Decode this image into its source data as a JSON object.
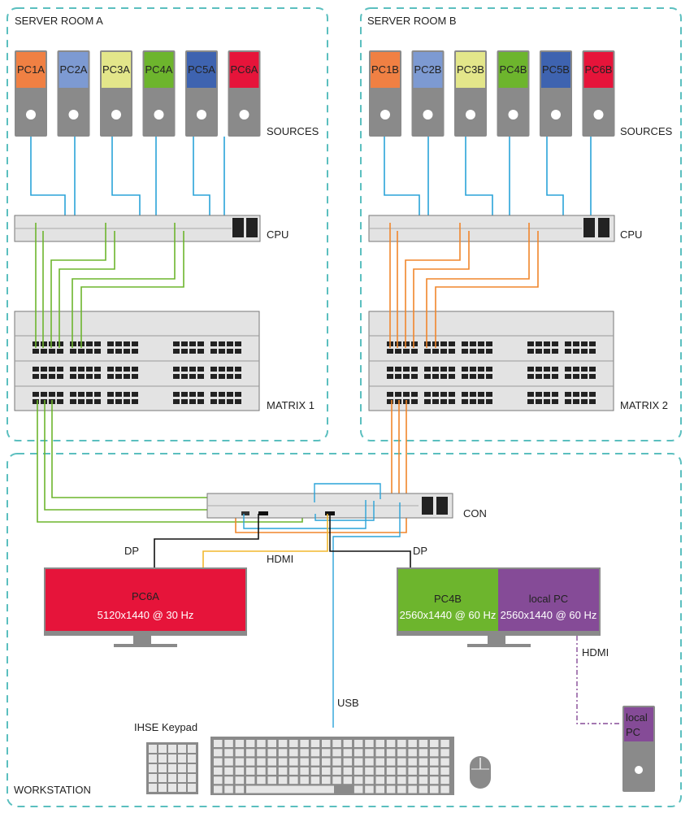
{
  "zones": {
    "room_a": "SERVER ROOM A",
    "room_b": "SERVER ROOM B",
    "workstation": "WORKSTATION"
  },
  "labels": {
    "sources_a": "SOURCES",
    "sources_b": "SOURCES",
    "cpu_a": "CPU",
    "cpu_b": "CPU",
    "matrix_a": "MATRIX 1",
    "matrix_b": "MATRIX 2",
    "con": "CON",
    "dp_left": "DP",
    "hdmi_left": "HDMI",
    "dp_right": "DP",
    "hdmi_right": "HDMI",
    "usb": "USB",
    "keypad": "IHSE Keypad"
  },
  "sources_a": [
    {
      "name": "PC1A",
      "color": "#f08043"
    },
    {
      "name": "PC2A",
      "color": "#7d9ad2"
    },
    {
      "name": "PC3A",
      "color": "#e3e68a"
    },
    {
      "name": "PC4A",
      "color": "#6db52d"
    },
    {
      "name": "PC5A",
      "color": "#3e63b0"
    },
    {
      "name": "PC6A",
      "color": "#e6143a"
    }
  ],
  "sources_b": [
    {
      "name": "PC1B",
      "color": "#f08043"
    },
    {
      "name": "PC2B",
      "color": "#7d9ad2"
    },
    {
      "name": "PC3B",
      "color": "#e3e68a"
    },
    {
      "name": "PC4B",
      "color": "#6db52d"
    },
    {
      "name": "PC5B",
      "color": "#3e63b0"
    },
    {
      "name": "PC6B",
      "color": "#e6143a"
    }
  ],
  "monitor_left": {
    "source": "PC6A",
    "resolution": "5120x1440 @ 30 Hz",
    "color": "#e6143a"
  },
  "monitor_right": {
    "left": {
      "source": "PC4B",
      "resolution": "2560x1440 @ 60 Hz",
      "color": "#6db52d"
    },
    "right": {
      "source": "local PC",
      "resolution": "2560x1440 @ 60 Hz",
      "color": "#854b97"
    }
  },
  "local_pc": {
    "line1": "local",
    "line2": "PC",
    "color": "#854b97"
  },
  "colors": {
    "zone_border": "#5bbfbf",
    "cable_blue": "#2aa3d8",
    "cable_green": "#6db52d",
    "cable_orange": "#f0862b",
    "cable_yellow": "#f2b82e",
    "cable_black": "#111111",
    "cable_purple": "#854b97",
    "device_gray": "#8a8a8a"
  }
}
